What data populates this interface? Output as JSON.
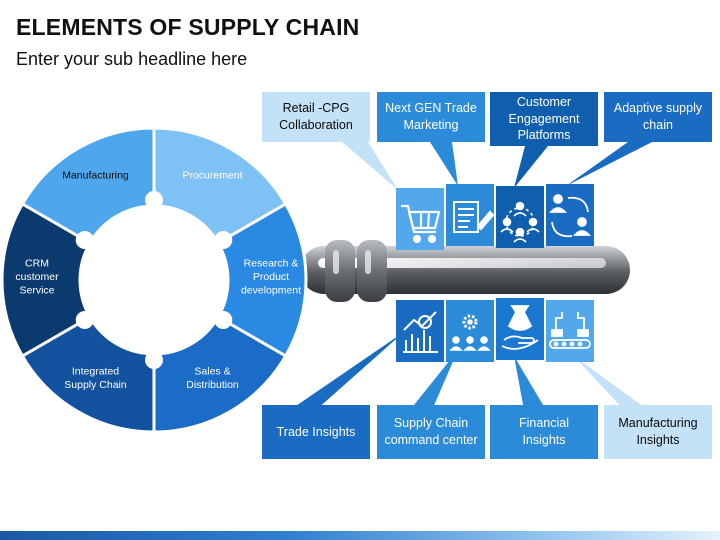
{
  "header": {
    "title": "ELEMENTS OF SUPPLY CHAIN",
    "subtitle": "Enter your sub headline here"
  },
  "ring_segments": [
    {
      "label": "Manufacturing",
      "color": "#4ea6ec"
    },
    {
      "label": "Procurement",
      "color": "#7ec2f5"
    },
    {
      "label": "Research & Product development",
      "color": "#2a8ae3"
    },
    {
      "label": "Sales & Distribution",
      "color": "#1b6cc6"
    },
    {
      "label": "Integrated Supply Chain",
      "color": "#13529e"
    },
    {
      "label": "CRM customer Service",
      "color": "#0b3a6e"
    }
  ],
  "top_items": [
    {
      "label": "Retail -CPG Collaboration",
      "icon": "shopping-cart-icon",
      "style": "light"
    },
    {
      "label": "Next GEN Trade Marketing",
      "icon": "document-pen-icon",
      "style": "mid"
    },
    {
      "label": "Customer Engagement Platforms",
      "icon": "network-people-icon",
      "style": "dark"
    },
    {
      "label": "Adaptive supply chain",
      "icon": "people-cycle-icon",
      "style": "royal"
    }
  ],
  "bottom_items": [
    {
      "label": "Trade Insights",
      "icon": "analytics-chart-icon",
      "style": "royal"
    },
    {
      "label": "Supply Chain command center",
      "icon": "team-gear-icon",
      "style": "mid"
    },
    {
      "label": "Financial Insights",
      "icon": "money-hand-icon",
      "style": "mid"
    },
    {
      "label": "Manufacturing Insights",
      "icon": "factory-robots-icon",
      "style": "light"
    }
  ]
}
